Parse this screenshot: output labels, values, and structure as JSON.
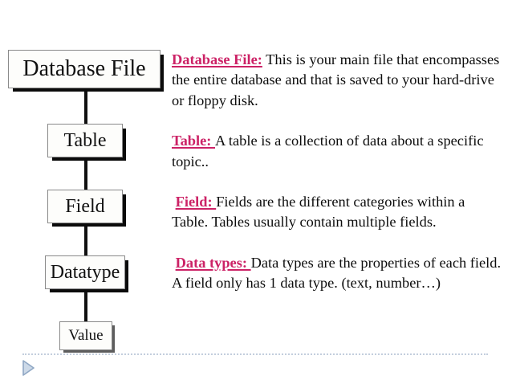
{
  "diagram": {
    "title": "database hierarchy flowchart",
    "nodes": [
      {
        "label": "Database File"
      },
      {
        "label": "Table"
      },
      {
        "label": "Field"
      },
      {
        "label": "Datatype"
      },
      {
        "label": "Value"
      }
    ]
  },
  "content": {
    "paragraphs": [
      {
        "lead": "",
        "term": "Database File:",
        "body": " This is your main file that encompasses the entire database and that is saved to your hard-drive or floppy disk."
      },
      {
        "lead": "",
        "term": "Table: ",
        "body": "A table is a collection of data about a specific topic.."
      },
      {
        "lead": " ",
        "term": "Field: ",
        "body": "Fields are the different categories within a Table. Tables usually contain multiple fields."
      },
      {
        "lead": " ",
        "term": "Data types: ",
        "body": "Data types are the properties of each field. A field only has 1 data type. (text, number…)"
      }
    ]
  },
  "footer": {
    "play_icon": "play-triangle-icon",
    "divider": "dotted-divider"
  },
  "colors": {
    "accent": "#cc2266",
    "body_text": "#0d0d0d",
    "divider": "#c3cedd",
    "play_fill": "#ccd9e8",
    "play_stroke": "#8fa7c4",
    "node_shadow": "#0b0b0b"
  }
}
